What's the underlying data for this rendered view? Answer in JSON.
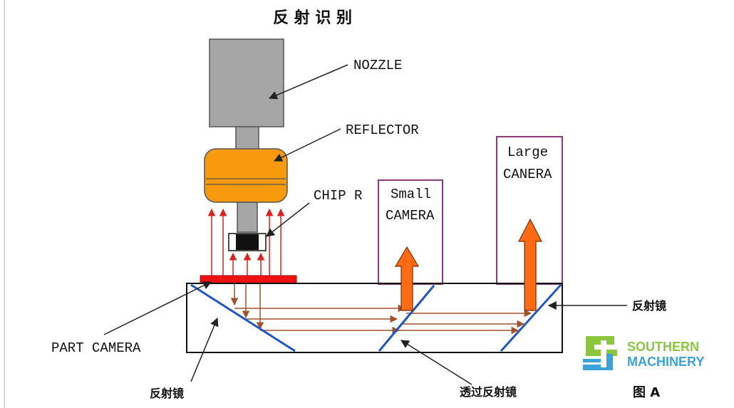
{
  "title": "反 射 识 别",
  "labels": {
    "nozzle": "NOZZLE",
    "reflector": "REFLECTOR",
    "chip": "CHIP R",
    "small_camera_line1": "Small",
    "small_camera_line2": "CAMERA",
    "large_camera_line1": "Large",
    "large_camera_line2": "CANERA",
    "part_camera": "PART CAMERA",
    "mirror_right": "反射镜",
    "mirror_bottom_left": "反射镜",
    "half_mirror": "透过反射镜",
    "figure": "图 A"
  },
  "logo": {
    "line1": "SOUTHERN",
    "line2": "MACHINERY"
  },
  "colors": {
    "nozzle_gray": "#a6a6a6",
    "reflector_orange": "#f79a0e",
    "chip_red": "#ee1111",
    "mirror_blue": "#1e56c8",
    "ray_red": "#e02020",
    "beam_brown": "#a0522d",
    "arrow_orange": "#ff6a14",
    "camera_box_purple": "#8b3a7a",
    "logo_green": "#8cc63f",
    "logo_blue": "#3aa3d9"
  }
}
